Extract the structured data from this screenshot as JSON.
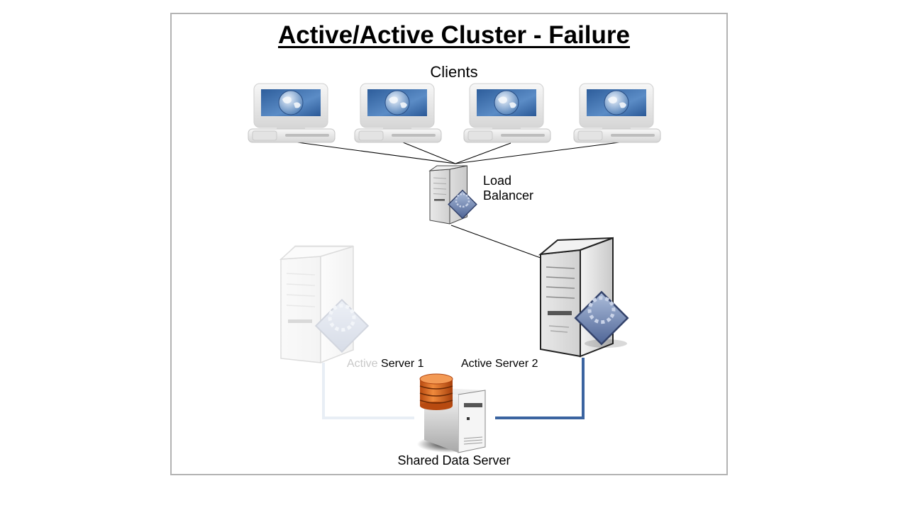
{
  "diagram": {
    "title": "Active/Active Cluster - Failure",
    "clients_label": "Clients",
    "load_balancer": {
      "label_line1": "Load",
      "label_line2": "Balancer"
    },
    "server1": {
      "label_prefix": "Active",
      "label_suffix": "Server 1",
      "status": "failed"
    },
    "server2": {
      "label": "Active Server 2",
      "status": "active"
    },
    "shared_data_server": {
      "label": "Shared Data Server"
    },
    "client_count": 4,
    "colors": {
      "active_link": "#3b64a0",
      "failed_link": "#e8eef5",
      "network_line": "#000000",
      "screen_blue": "#2f5f9e",
      "database_orange": "#d8641c"
    }
  }
}
